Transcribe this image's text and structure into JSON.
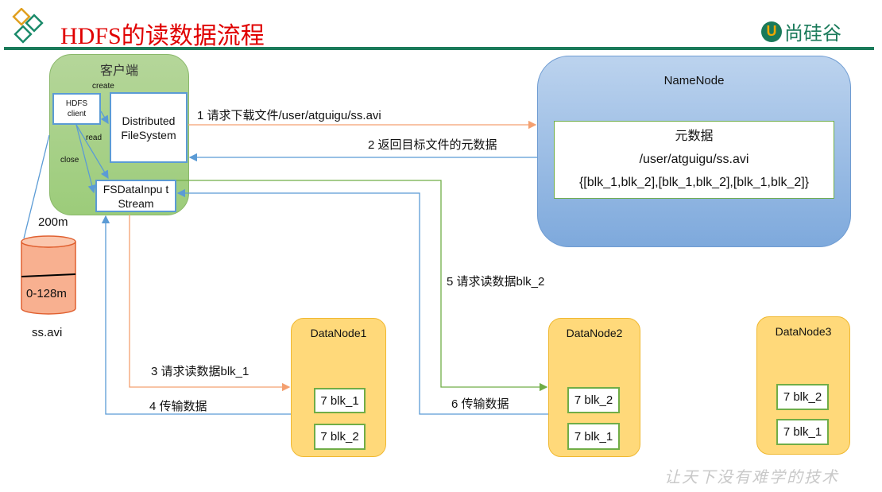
{
  "header": {
    "title": "HDFS的读数据流程",
    "logo_text": "尚硅谷",
    "logo_mark": "U"
  },
  "client": {
    "title": "客户端",
    "hdfs_client": "HDFS client",
    "dfs": "Distributed FileSystem",
    "fsdis": "FSDataInpu tStream",
    "create": "create",
    "read": "read",
    "close": "close"
  },
  "file": {
    "size": "200m",
    "block": "0-128m",
    "name": "ss.avi"
  },
  "namenode": {
    "title": "NameNode",
    "meta_title": "元数据",
    "meta_path": "/user/atguigu/ss.avi",
    "meta_blocks": "{[blk_1,blk_2],[blk_1,blk_2],[blk_1,blk_2]}"
  },
  "steps": {
    "s1": "1 请求下载文件/user/atguigu/ss.avi",
    "s2": "2 返回目标文件的元数据",
    "s3": "3 请求读数据blk_1",
    "s4": "4 传输数据",
    "s5": "5 请求读数据blk_2",
    "s6": "6 传输数据"
  },
  "datanodes": [
    {
      "title": "DataNode1",
      "blocks": [
        "7 blk_1",
        "7 blk_2"
      ]
    },
    {
      "title": "DataNode2",
      "blocks": [
        "7 blk_2",
        "7 blk_1"
      ]
    },
    {
      "title": "DataNode3",
      "blocks": [
        "7 blk_2",
        "7 blk_1"
      ]
    }
  ],
  "footer": {
    "watermark": "让天下没有难学的技术"
  }
}
